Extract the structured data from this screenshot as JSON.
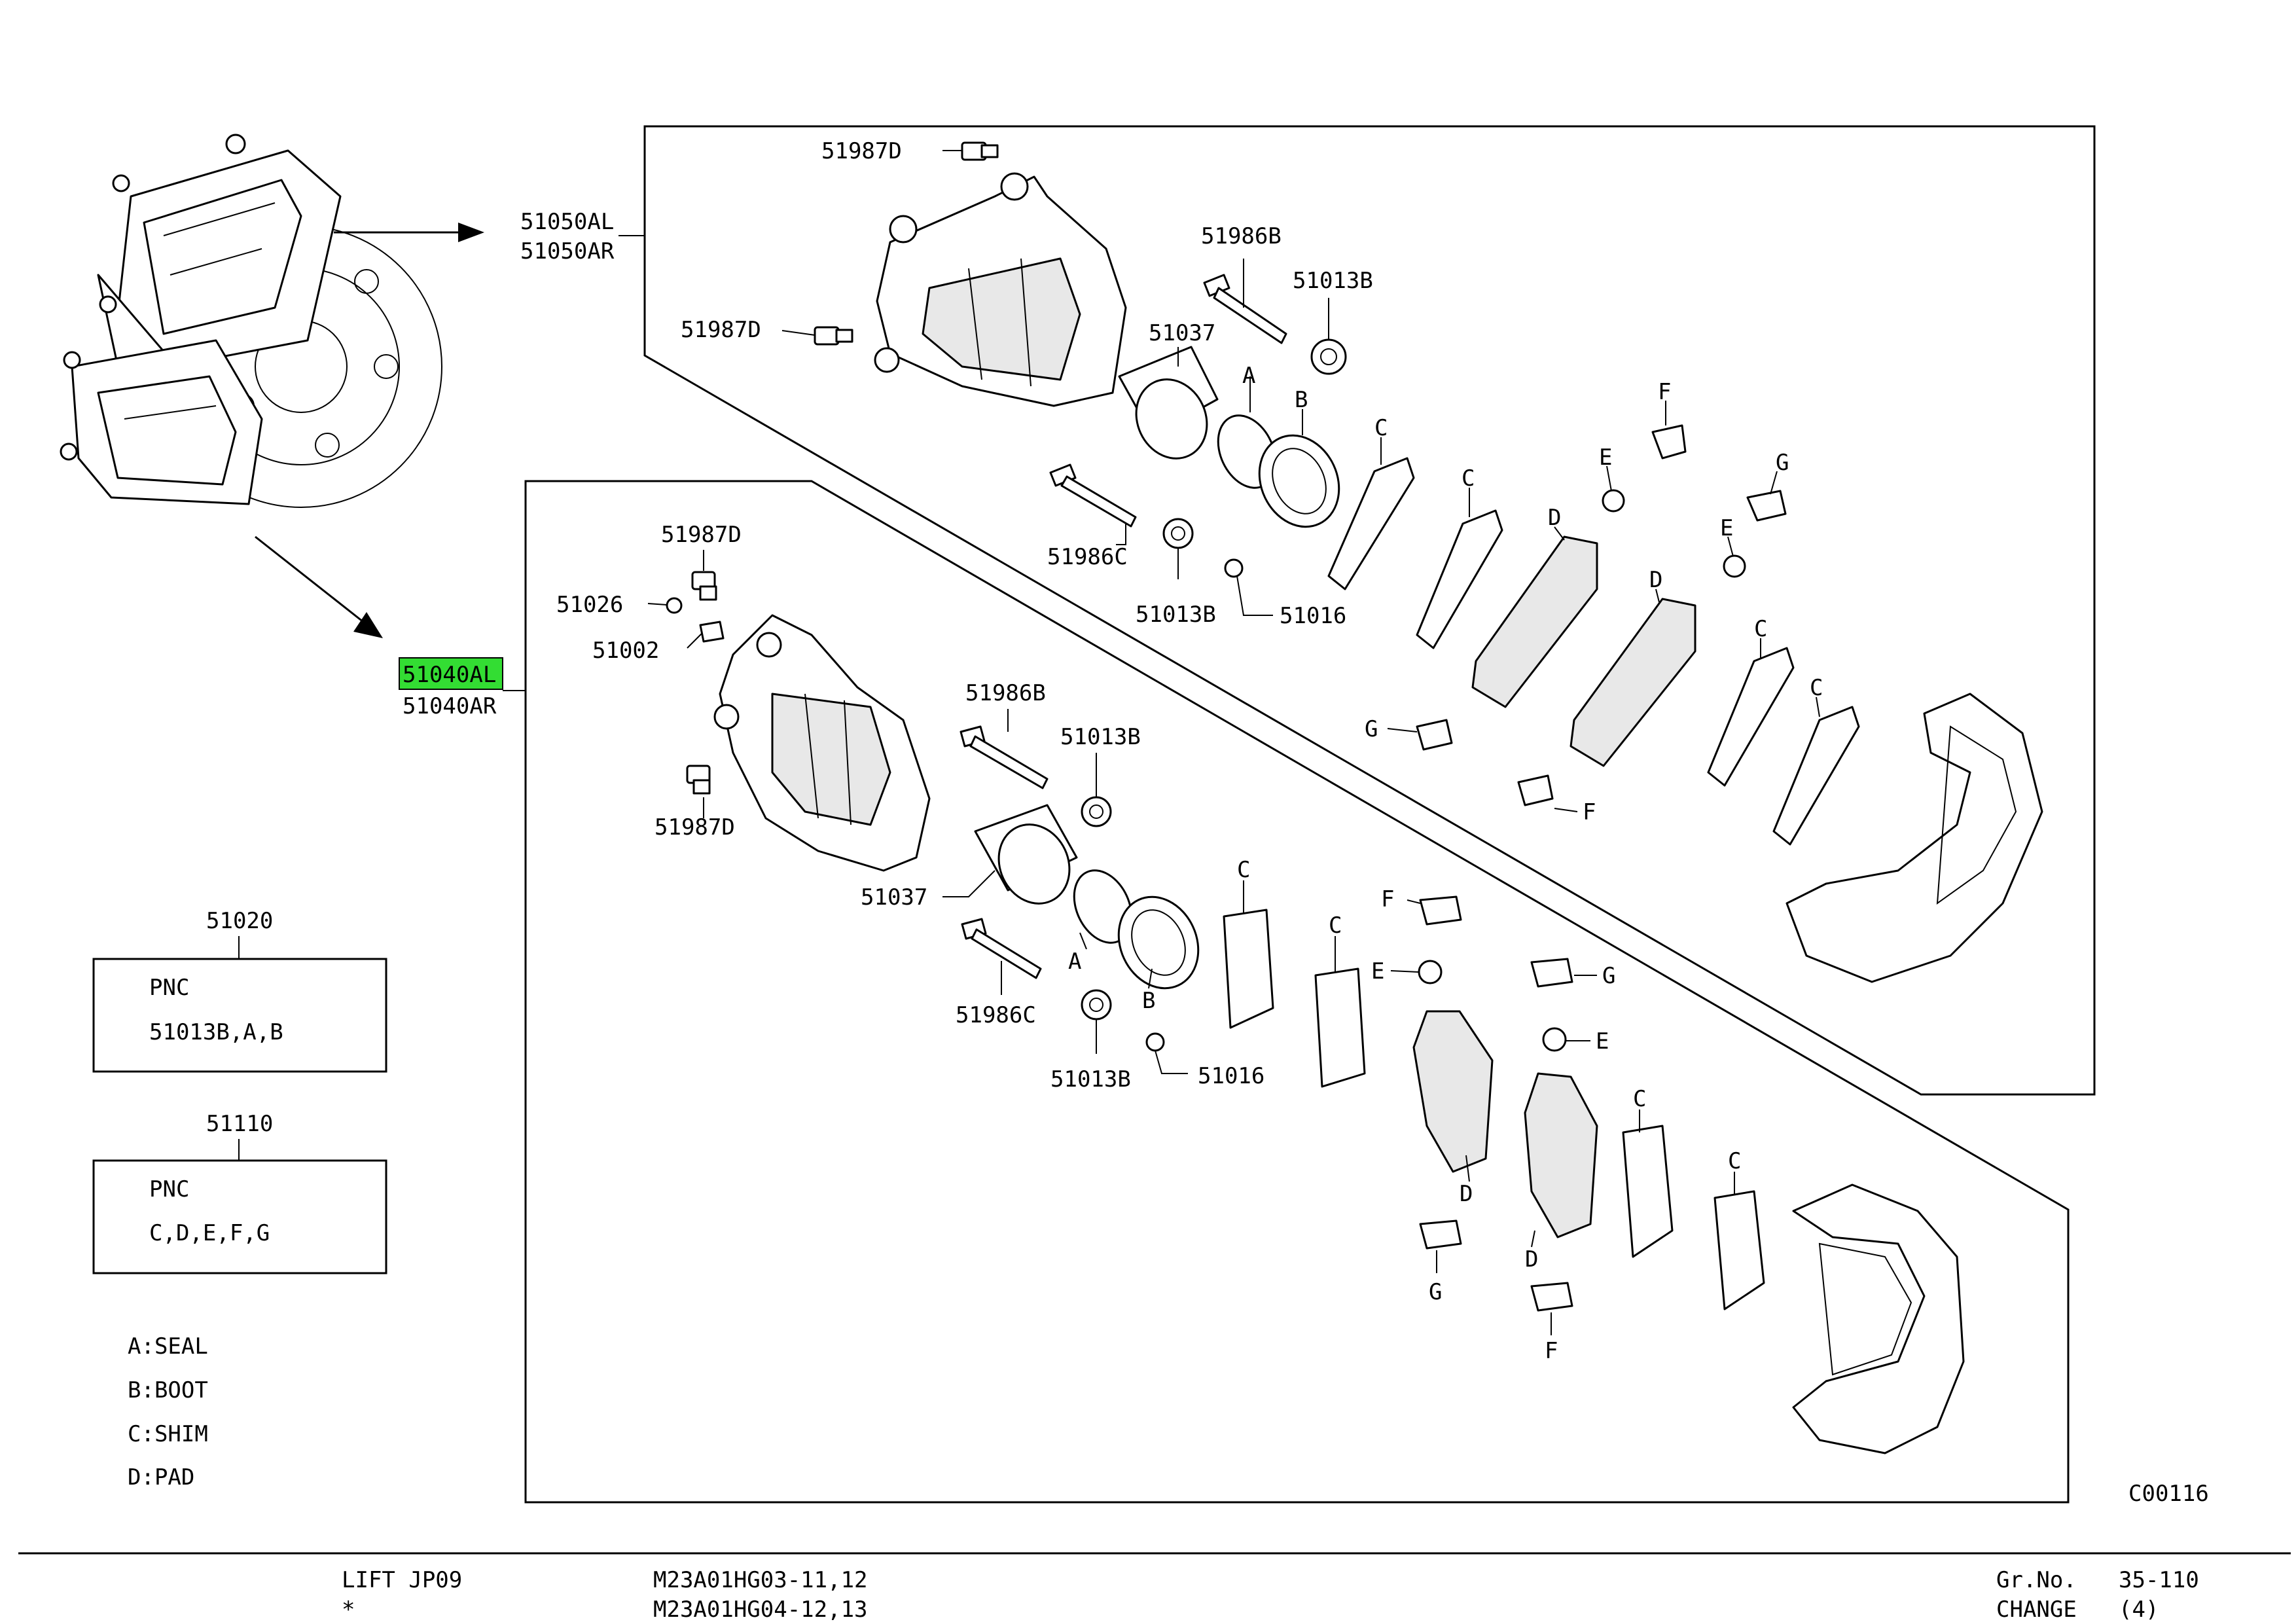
{
  "callouts": {
    "c51987D_a": "51987D",
    "c51050AL": "51050AL",
    "c51050AR": "51050AR",
    "c51987D_b": "51987D",
    "c51986B_a": "51986B",
    "c51013B_a": "51013B",
    "c51037_a": "51037",
    "cA_a": "A",
    "cB_a": "B",
    "cC_1": "C",
    "cC_2": "C",
    "cF_1": "F",
    "cE_1": "E",
    "cG_1": "G",
    "cD_1": "D",
    "cE_2": "E",
    "cD_2": "D",
    "cC_3": "C",
    "cC_4": "C",
    "c51986C_a": "51986C",
    "c51013B_b": "51013B",
    "c51016_a": "51016",
    "cG_2": "G",
    "cF_2": "F",
    "c51987D_c": "51987D",
    "c51026": "51026",
    "c51002": "51002",
    "c51040AL": "51040AL",
    "c51040AR": "51040AR",
    "c51986B_b": "51986B",
    "c51013B_c": "51013B",
    "c51987D_d": "51987D",
    "c51037_b": "51037",
    "cC_5": "C",
    "cF_3": "F",
    "cC_6": "C",
    "cE_3": "E",
    "cG_3": "G",
    "cA_b": "A",
    "cB_b": "B",
    "c51986C_b": "51986C",
    "c51013B_d": "51013B",
    "c51016_b": "51016",
    "cE_4": "E",
    "cD_3": "D",
    "cC_7": "C",
    "cC_8": "C",
    "cD_4": "D",
    "cG_4": "G",
    "cF_4": "F"
  },
  "boxes": {
    "box1": {
      "number": "51020",
      "line1": "PNC",
      "line2": "51013B,A,B"
    },
    "box2": {
      "number": "51110",
      "line1": "PNC",
      "line2": "C,D,E,F,G"
    }
  },
  "legend": [
    "A:SEAL",
    "B:BOOT",
    "C:SHIM",
    "D:PAD"
  ],
  "illustration_code": "C00116",
  "footer": {
    "left1": "LIFT JP09",
    "left2": "*",
    "mid1": "M23A01HG03-11,12",
    "mid2": "M23A01HG04-12,13",
    "gr_label": "Gr.No.",
    "gr_value": "35-110",
    "change_label": "CHANGE",
    "change_value": "(4)"
  },
  "colors": {
    "highlight": "#33dd33",
    "line": "#000000",
    "background": "#ffffff"
  }
}
